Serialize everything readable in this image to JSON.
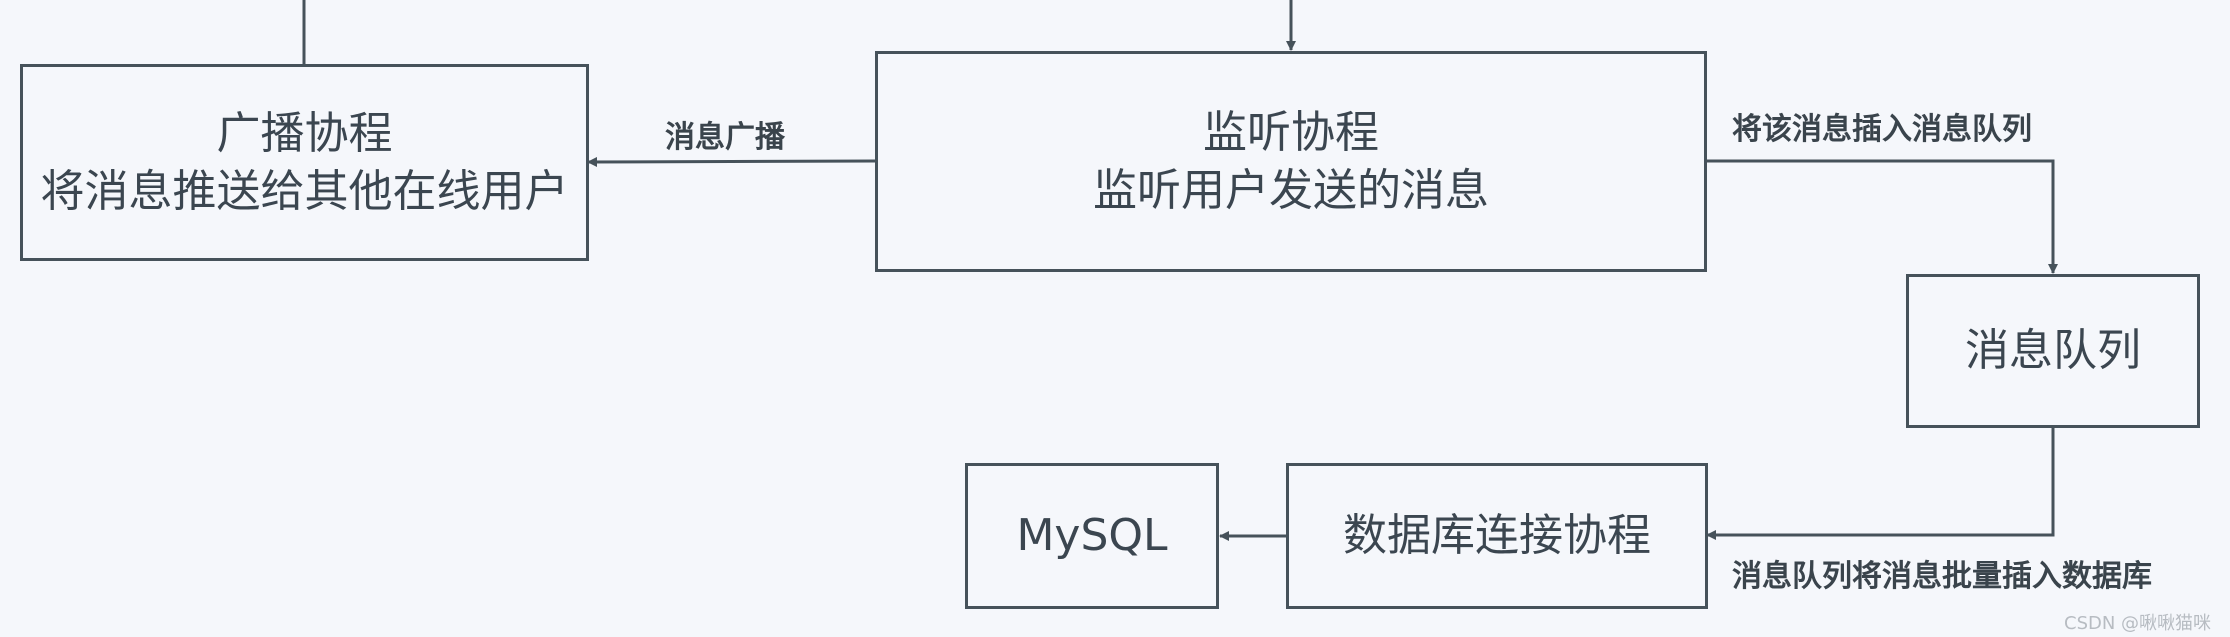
{
  "nodes": {
    "broadcast": {
      "title": "广播协程",
      "desc": "将消息推送给其他在线用户"
    },
    "listen": {
      "title": "监听协程",
      "desc": "监听用户发送的消息"
    },
    "queue": {
      "title": "消息队列"
    },
    "db_conn": {
      "title": "数据库连接协程"
    },
    "mysql": {
      "title": "MySQL"
    }
  },
  "edges": {
    "broadcast_label": "消息广播",
    "enqueue_label": "将该消息插入消息队列",
    "batch_label": "消息队列将消息批量插入数据库"
  },
  "watermark": "CSDN @啾啾猫咪",
  "colors": {
    "background": "#f5f7fb",
    "stroke": "#46525a",
    "text": "#3b4650"
  }
}
